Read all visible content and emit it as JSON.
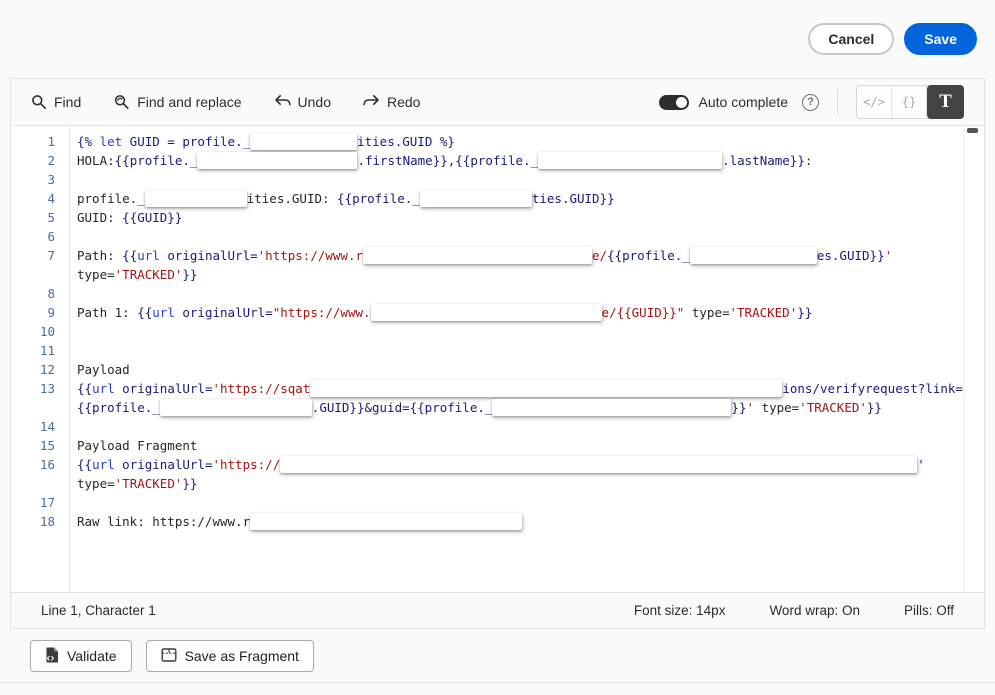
{
  "header": {
    "cancel_label": "Cancel",
    "save_label": "Save"
  },
  "toolbar": {
    "find_label": "Find",
    "find_replace_label": "Find and replace",
    "undo_label": "Undo",
    "redo_label": "Redo",
    "autocomplete_label": "Auto complete",
    "autocomplete_state": "on",
    "help_glyph": "?",
    "modes": {
      "code_icon": "</>",
      "pills_icon": "{}",
      "text_icon": "T",
      "active": "text"
    }
  },
  "colors": {
    "accent_blue": "#0265dc",
    "token_plain": "#262626",
    "token_expression": "#1a1a7a",
    "token_keyword": "#2b3ec8",
    "token_string": "#a31515",
    "line_number": "#466ea0",
    "active_segment_bg": "#434343"
  },
  "editor": {
    "rows": [
      {
        "num": "1",
        "segs": [
          [
            "x",
            "{% "
          ],
          [
            "k",
            "let"
          ],
          [
            "x",
            " GUID = profile._"
          ],
          [
            "r",
            107
          ],
          [
            "x",
            "ities.GUID %}"
          ]
        ]
      },
      {
        "num": "2",
        "segs": [
          [
            "p",
            "HOLA:"
          ],
          [
            "x",
            "{{profile._"
          ],
          [
            "r",
            160
          ],
          [
            "x",
            ".firstName}},{{profile._"
          ],
          [
            "r",
            184
          ],
          [
            "x",
            ".lastName}}"
          ],
          [
            "p",
            ":"
          ]
        ]
      },
      {
        "num": "3",
        "segs": []
      },
      {
        "num": "4",
        "segs": [
          [
            "p",
            "profile._"
          ],
          [
            "r",
            102
          ],
          [
            "p",
            "ities.GUID: "
          ],
          [
            "x",
            "{{profile._"
          ],
          [
            "r",
            112
          ],
          [
            "x",
            "ties.GUID}}"
          ]
        ]
      },
      {
        "num": "5",
        "segs": [
          [
            "p",
            "GUID: "
          ],
          [
            "x",
            "{{GUID}}"
          ]
        ]
      },
      {
        "num": "6",
        "segs": []
      },
      {
        "num": "7",
        "segs": [
          [
            "p",
            "Path: "
          ],
          [
            "x",
            "{{"
          ],
          [
            "k",
            "url"
          ],
          [
            "x",
            " originalUrl="
          ],
          [
            "s",
            "'https://www.r"
          ],
          [
            "r",
            229
          ],
          [
            "s",
            "e/"
          ],
          [
            "x",
            "{{profile._"
          ],
          [
            "r",
            127
          ],
          [
            "x",
            "es.GUID}}"
          ],
          [
            "s",
            "'"
          ]
        ]
      },
      {
        "num": "",
        "segs": [
          [
            "p",
            "type="
          ],
          [
            "s",
            "'TRACKED'"
          ],
          [
            "x",
            "}}"
          ]
        ]
      },
      {
        "num": "8",
        "segs": []
      },
      {
        "num": "9",
        "segs": [
          [
            "p",
            "Path 1: "
          ],
          [
            "x",
            "{{"
          ],
          [
            "k",
            "url"
          ],
          [
            "x",
            " originalUrl="
          ],
          [
            "s",
            "\"https://www."
          ],
          [
            "r",
            231
          ],
          [
            "s",
            "e/{{GUID}}\""
          ],
          [
            "p",
            " type="
          ],
          [
            "s",
            "'TRACKED'"
          ],
          [
            "x",
            "}}"
          ]
        ]
      },
      {
        "num": "10",
        "segs": []
      },
      {
        "num": "11",
        "segs": []
      },
      {
        "num": "12",
        "segs": [
          [
            "p",
            "Payload"
          ]
        ]
      },
      {
        "num": "13",
        "segs": [
          [
            "x",
            "{{"
          ],
          [
            "k",
            "url"
          ],
          [
            "x",
            " originalUrl="
          ],
          [
            "s",
            "'https://sqat"
          ],
          [
            "r",
            472
          ],
          [
            "x",
            "ions/verifyrequest?link="
          ]
        ]
      },
      {
        "num": "",
        "segs": [
          [
            "x",
            "{{profile._"
          ],
          [
            "r",
            152
          ],
          [
            "x",
            ".GUID}}&guid={{profile._"
          ],
          [
            "r",
            239
          ],
          [
            "x",
            "}}"
          ],
          [
            "s",
            "'"
          ],
          [
            "p",
            " type="
          ],
          [
            "s",
            "'TRACKED'"
          ],
          [
            "x",
            "}}"
          ]
        ]
      },
      {
        "num": "14",
        "segs": []
      },
      {
        "num": "15",
        "segs": [
          [
            "p",
            "Payload Fragment"
          ]
        ]
      },
      {
        "num": "16",
        "segs": [
          [
            "x",
            "{{"
          ],
          [
            "k",
            "url"
          ],
          [
            "x",
            " originalUrl="
          ],
          [
            "s",
            "'https://"
          ],
          [
            "r",
            637
          ],
          [
            "x",
            "'"
          ]
        ]
      },
      {
        "num": "",
        "segs": [
          [
            "p",
            "type="
          ],
          [
            "s",
            "'TRACKED'"
          ],
          [
            "x",
            "}}"
          ]
        ]
      },
      {
        "num": "17",
        "segs": []
      },
      {
        "num": "18",
        "segs": [
          [
            "p",
            "Raw link: https://www.r"
          ],
          [
            "r",
            272
          ]
        ]
      }
    ]
  },
  "statusbar": {
    "cursor_position": "Line 1, Character 1",
    "font_size": "Font size: 14px",
    "word_wrap": "Word wrap: On",
    "pills": "Pills: Off"
  },
  "actions": {
    "validate_label": "Validate",
    "save_fragment_label": "Save as Fragment"
  }
}
